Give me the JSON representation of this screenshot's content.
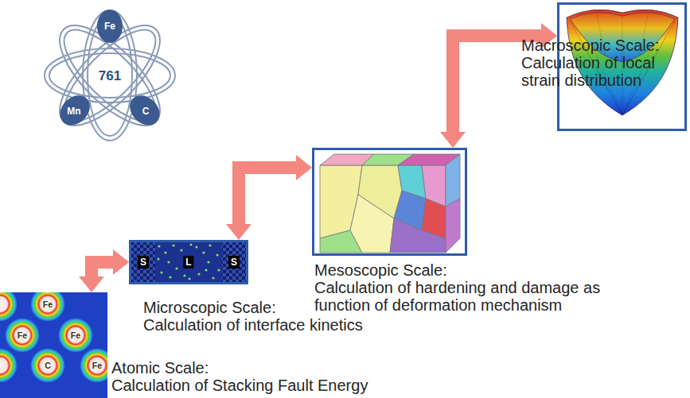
{
  "diagram": {
    "nodes": [
      {
        "text": [
          "Atomic Scale:",
          "Calculation of Stacking Fault Energy"
        ]
      },
      {
        "text": [
          "Microscopic Scale:",
          "Calculation of interface kinetics"
        ]
      },
      {
        "text": [
          "Mesoscopic Scale:",
          "Calculation of hardening and damage as function of deformation mechanism"
        ]
      },
      {
        "text": [
          "Macroscopic Scale:",
          "Calculation of local strain distribution"
        ]
      }
    ],
    "edges": [
      {
        "from": 0,
        "to": 1,
        "arrow": "both"
      },
      {
        "from": 1,
        "to": 2,
        "arrow": "both"
      },
      {
        "from": 2,
        "to": 3,
        "arrow": "both"
      }
    ],
    "labels": [
      "Fe",
      "761",
      "Mn",
      "C",
      "Fe",
      "Fe",
      "Fe",
      "C",
      "Fe",
      "S",
      "L",
      "S"
    ]
  }
}
